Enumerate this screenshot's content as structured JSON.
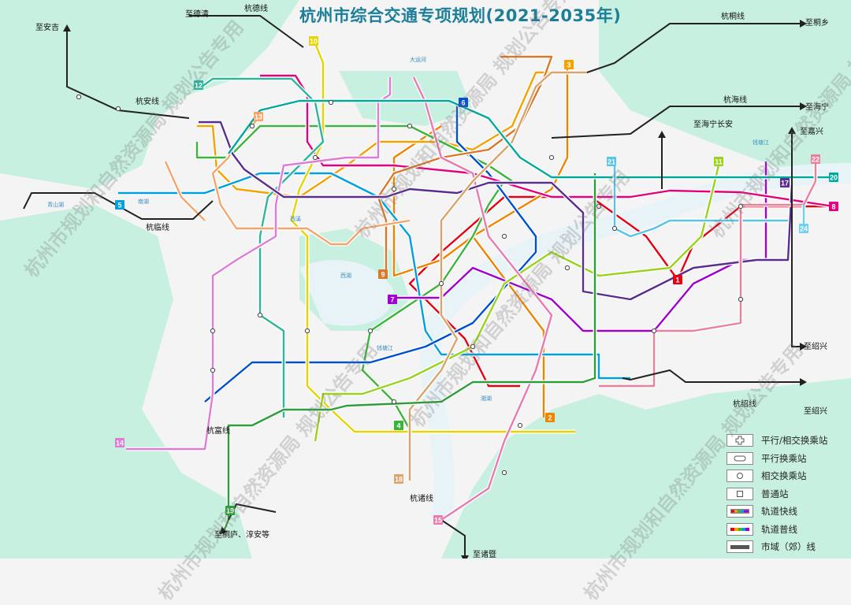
{
  "title": "杭州市综合交通专项规划(2021-2035年)",
  "colors": {
    "background": "#f4f4f4",
    "land_green": "#c8f0e0",
    "water": "#e8f3f8",
    "title": "#1b7f9a"
  },
  "directions": [
    {
      "id": "deqing",
      "label": "至德清"
    },
    {
      "id": "hangde",
      "label": "杭德线"
    },
    {
      "id": "anji",
      "label": "至安吉"
    },
    {
      "id": "hangan",
      "label": "杭安线"
    },
    {
      "id": "hanglin",
      "label": "杭临线"
    },
    {
      "id": "tongxiang",
      "label": "至桐乡"
    },
    {
      "id": "hangtong",
      "label": "杭桐线"
    },
    {
      "id": "hanghai",
      "label": "杭海线"
    },
    {
      "id": "haining",
      "label": "至海宁"
    },
    {
      "id": "haining_changan",
      "label": "至海宁长安"
    },
    {
      "id": "jiaxing",
      "label": "至嘉兴"
    },
    {
      "id": "shaoxing1",
      "label": "至绍兴"
    },
    {
      "id": "hangshao",
      "label": "杭绍线"
    },
    {
      "id": "shaoxing2",
      "label": "至绍兴"
    },
    {
      "id": "hangfu",
      "label": "杭富线"
    },
    {
      "id": "tonglu",
      "label": "至桐庐、淳安等"
    },
    {
      "id": "hangzhu",
      "label": "杭诸线"
    },
    {
      "id": "zhuji",
      "label": "至诸暨"
    }
  ],
  "water_labels": [
    "大运河",
    "西溪",
    "西湖",
    "钱塘江",
    "湘湖",
    "青山湖",
    "南湖",
    "钱塘江"
  ],
  "lines": [
    {
      "num": "1",
      "color": "#e60012"
    },
    {
      "num": "2",
      "color": "#f08300"
    },
    {
      "num": "3",
      "color": "#f5a200"
    },
    {
      "num": "4",
      "color": "#3cb43c"
    },
    {
      "num": "5",
      "color": "#00a0e0"
    },
    {
      "num": "6",
      "color": "#0050d0"
    },
    {
      "num": "7",
      "color": "#a000d0"
    },
    {
      "num": "8",
      "color": "#e4007f"
    },
    {
      "num": "9",
      "color": "#d9782b"
    },
    {
      "num": "10",
      "color": "#e6d400"
    },
    {
      "num": "11",
      "color": "#9ad21e"
    },
    {
      "num": "12",
      "color": "#2fb59b"
    },
    {
      "num": "13",
      "color": "#f5a56a"
    },
    {
      "num": "14",
      "color": "#e07ad8"
    },
    {
      "num": "15",
      "color": "#e87ab0"
    },
    {
      "num": "17",
      "color": "#5a2d90"
    },
    {
      "num": "18",
      "color": "#d8a46c"
    },
    {
      "num": "19",
      "color": "#2e9d3c"
    },
    {
      "num": "20",
      "color": "#00a99d"
    },
    {
      "num": "21",
      "color": "#58c4e8"
    },
    {
      "num": "22",
      "color": "#ec7f9c"
    },
    {
      "num": "24",
      "color": "#6cd0f0"
    }
  ],
  "legend": [
    {
      "icon": "parallel-cross-transfer-icon",
      "label": "平行/相交换乘站"
    },
    {
      "icon": "parallel-transfer-icon",
      "label": "平行换乘站"
    },
    {
      "icon": "cross-transfer-icon",
      "label": "相交换乘站"
    },
    {
      "icon": "normal-station-icon",
      "label": "普通站"
    },
    {
      "icon": "express-line-icon",
      "label": "轨道快线"
    },
    {
      "icon": "regular-line-icon",
      "label": "轨道普线"
    },
    {
      "icon": "suburban-line-icon",
      "label": "市域（郊）线"
    }
  ],
  "watermark": "杭州市规划和自然资源局 规划公告专用"
}
